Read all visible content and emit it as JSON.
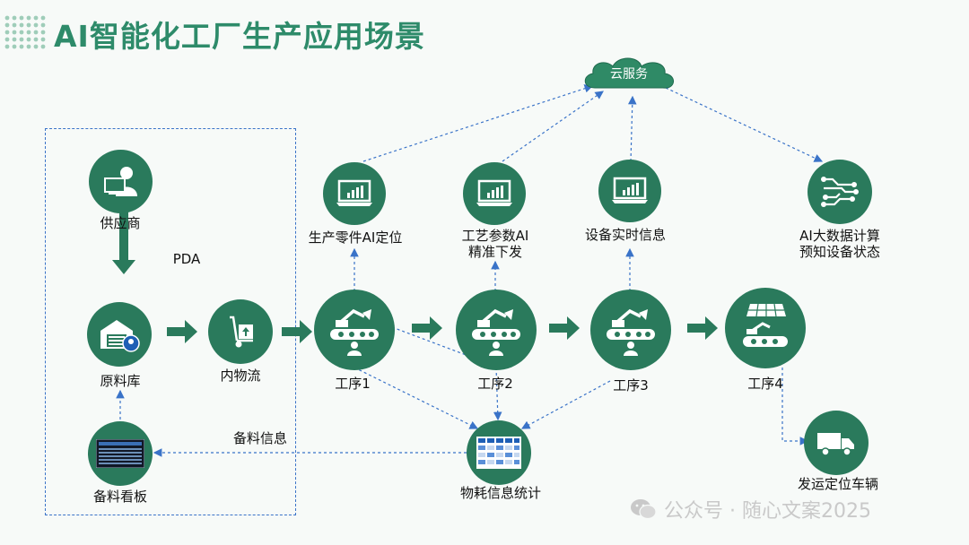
{
  "title": "AI智能化工厂生产应用场景",
  "cloud": {
    "label": "云服务"
  },
  "nodes": {
    "supplier": "供应商",
    "pda": "PDA",
    "warehouse": "原料库",
    "internal_logistics": "内物流",
    "kanban": "备料看板",
    "prep_info": "备料信息",
    "process1": "工序1",
    "process2": "工序2",
    "process3": "工序3",
    "process4": "工序4",
    "parts_ai": "生产零件AI定位",
    "params_ai_line1": "工艺参数AI",
    "params_ai_line2": "精准下发",
    "equipment_info": "设备实时信息",
    "bigdata_line1": "AI大数据计算",
    "bigdata_line2": "预知设备状态",
    "material_stats": "物耗信息统计",
    "vehicle": "发运定位车辆"
  },
  "watermark": {
    "text": "公众号 · 随心文案2025"
  },
  "colors": {
    "node": "#2a7a5c",
    "accent": "#3a73c8",
    "title": "#2e8b6a"
  }
}
